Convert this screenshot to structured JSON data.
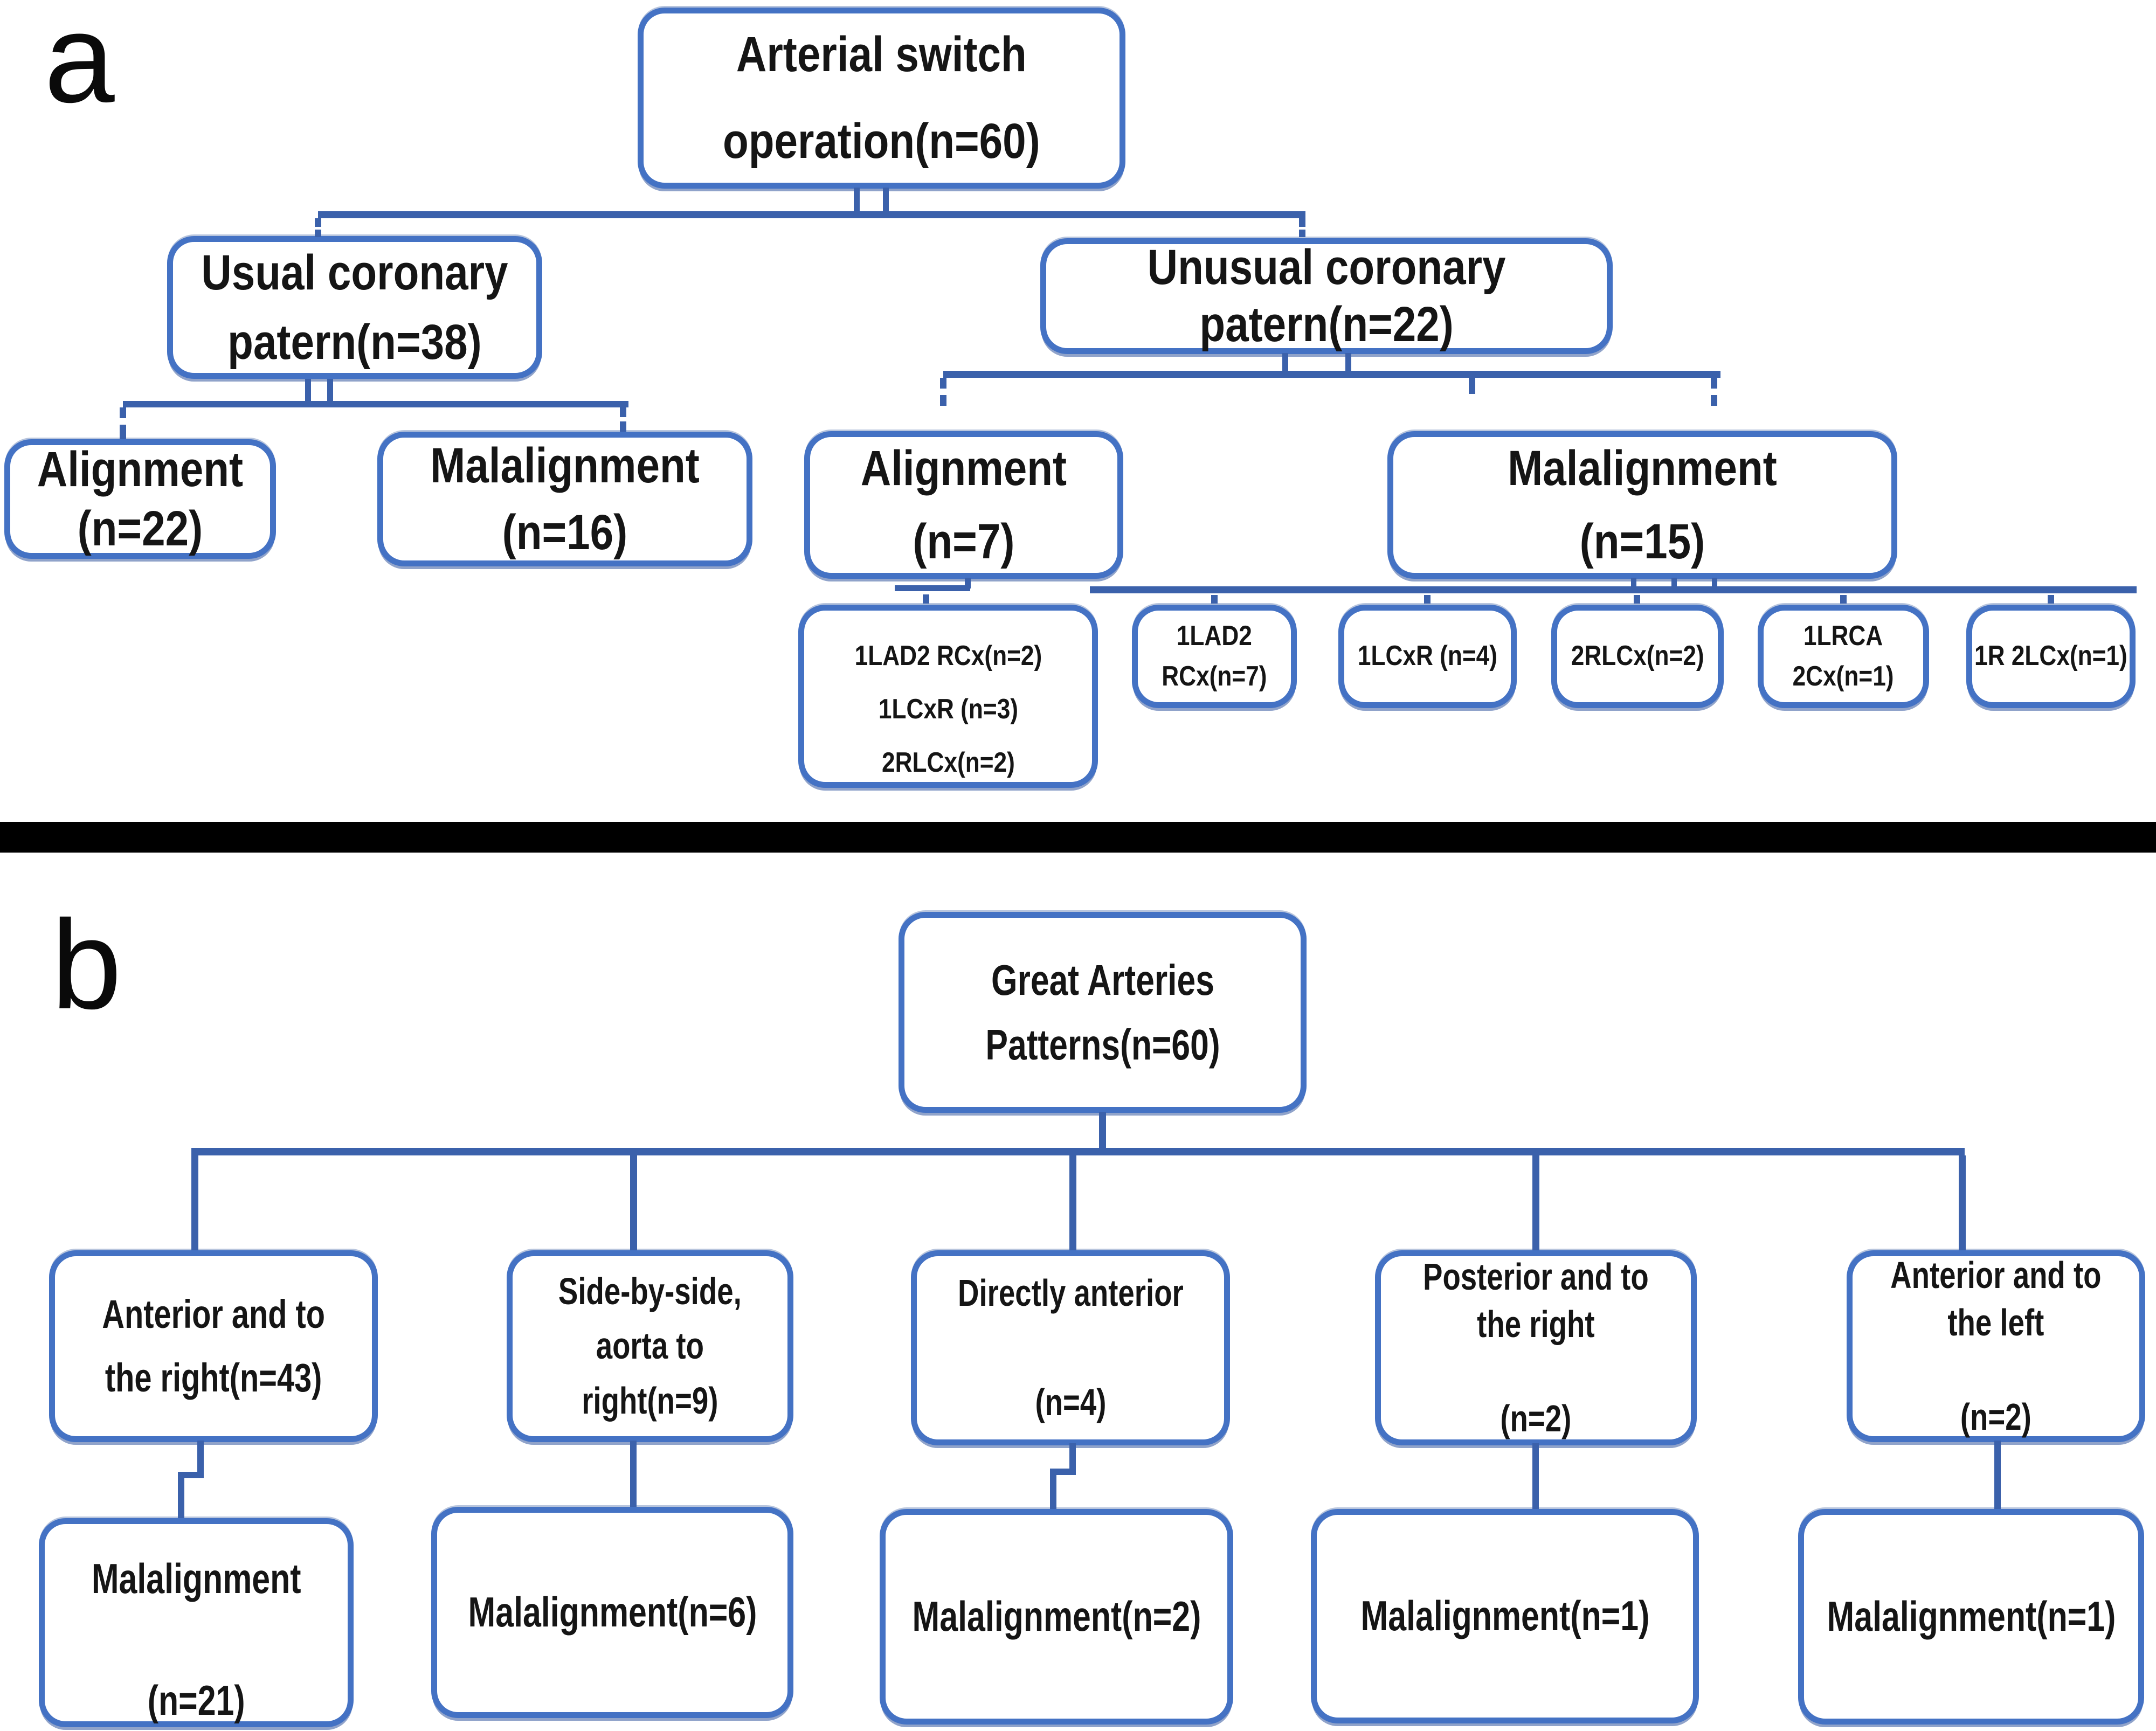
{
  "figure": {
    "accent_color": "#4472C4",
    "line_color": "#3b61ab",
    "divider_color": "#000000",
    "panel_a": {
      "label": "a",
      "nodes": {
        "root": "Arterial switch\noperation(n=60)",
        "usual": "Usual coronary\npatern(n=38)",
        "unusual": "Unusual coronary\npatern(n=22)",
        "usual_alignment": "Alignment\n(n=22)",
        "usual_malalignment": "Malalignment\n(n=16)",
        "unusual_alignment": "Alignment\n(n=7)",
        "unusual_malalignment": "Malalignment\n(n=15)",
        "alignment_subtypes": "1LAD2 RCx(n=2)\n1LCxR (n=3)\n2RLCx(n=2)",
        "malalignment_subtype_1": "1LAD2\nRCx(n=7)",
        "malalignment_subtype_2": "1LCxR (n=4)",
        "malalignment_subtype_3": "2RLCx(n=2)",
        "malalignment_subtype_4": "1LRCA\n2Cx(n=1)",
        "malalignment_subtype_5": "1R 2LCx(n=1)"
      }
    },
    "panel_b": {
      "label": "b",
      "nodes": {
        "root": "Great Arteries\nPatterns(n=60)",
        "pattern_1": "Anterior and to\nthe right(n=43)",
        "pattern_2": "Side-by-side,\naorta to\nright(n=9)",
        "pattern_3": "Directly anterior\n\n(n=4)",
        "pattern_4": "Posterior and to\nthe right\n\n(n=2)",
        "pattern_5": "Anterior and to\nthe left\n\n(n=2)",
        "malalignment_1": "Malalignment\n\n(n=21)",
        "malalignment_2": "Malalignment(n=6)",
        "malalignment_3": "Malalignment(n=2)",
        "malalignment_4": "Malalignment(n=1)",
        "malalignment_5": "Malalignment(n=1)"
      }
    }
  }
}
